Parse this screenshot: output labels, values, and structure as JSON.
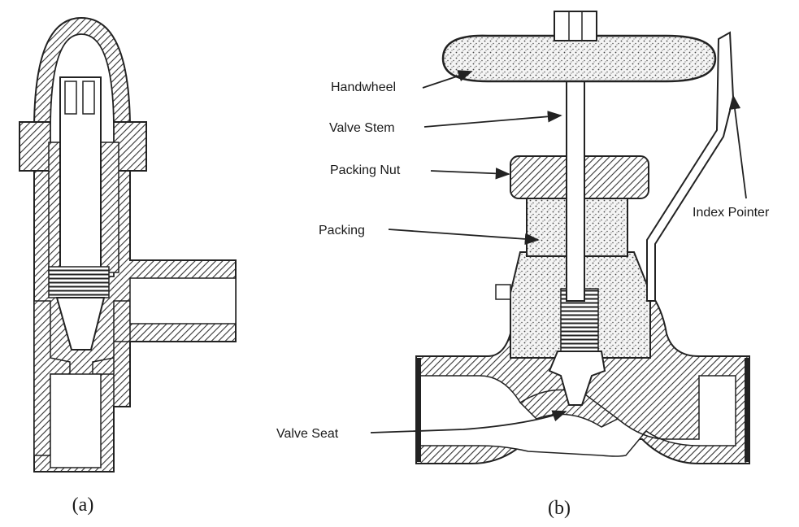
{
  "figure": {
    "panel_a": {
      "caption": "(a)"
    },
    "panel_b": {
      "caption": "(b)",
      "labels": {
        "handwheel": "Handwheel",
        "valve_stem": "Valve Stem",
        "packing_nut": "Packing Nut",
        "packing": "Packing",
        "index_pointer": "Index Pointer",
        "valve_seat": "Valve Seat"
      }
    }
  }
}
